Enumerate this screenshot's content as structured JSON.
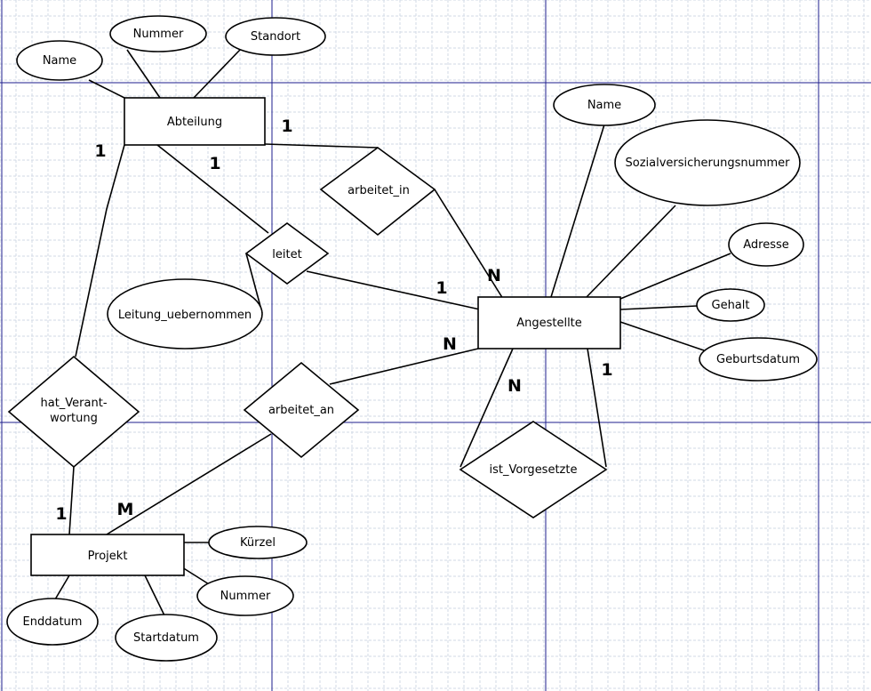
{
  "colors": {
    "background": "#ffffff",
    "grid_minor": "#d2dae6",
    "guide_lines": "#1e1e8c",
    "stroke": "#000000"
  },
  "entities": {
    "abteilung": "Abteilung",
    "angestellte": "Angestellte",
    "projekt": "Projekt"
  },
  "relationships": {
    "arbeitet_in": "arbeitet_in",
    "leitet": "leitet",
    "arbeitet_an": "arbeitet_an",
    "hat_verantwortung_1": "hat_Verant-",
    "hat_verantwortung_2": "wortung",
    "ist_vorgesetzte": "ist_Vorgesetzte"
  },
  "attributes": {
    "abteilung_name": "Name",
    "abteilung_nummer": "Nummer",
    "abteilung_standort": "Standort",
    "leitung_uebernommen": "Leitung_uebernommen",
    "angestellte_name": "Name",
    "sozialversicherungsnummer": "Sozialversicherungsnummer",
    "adresse": "Adresse",
    "gehalt": "Gehalt",
    "geburtsdatum": "Geburtsdatum",
    "kuerzel": "Kürzel",
    "projekt_nummer": "Nummer",
    "enddatum": "Enddatum",
    "startdatum": "Startdatum"
  },
  "cardinalities": {
    "abteilung_arbeitet_in": "1",
    "angestellte_arbeitet_in": "N",
    "abteilung_leitet": "1",
    "angestellte_leitet": "1",
    "abteilung_hat_verantwortung": "1",
    "projekt_hat_verantwortung": "1",
    "angestellte_arbeitet_an": "N",
    "projekt_arbeitet_an": "M",
    "vorgesetzte_n": "N",
    "vorgesetzte_1": "1"
  }
}
